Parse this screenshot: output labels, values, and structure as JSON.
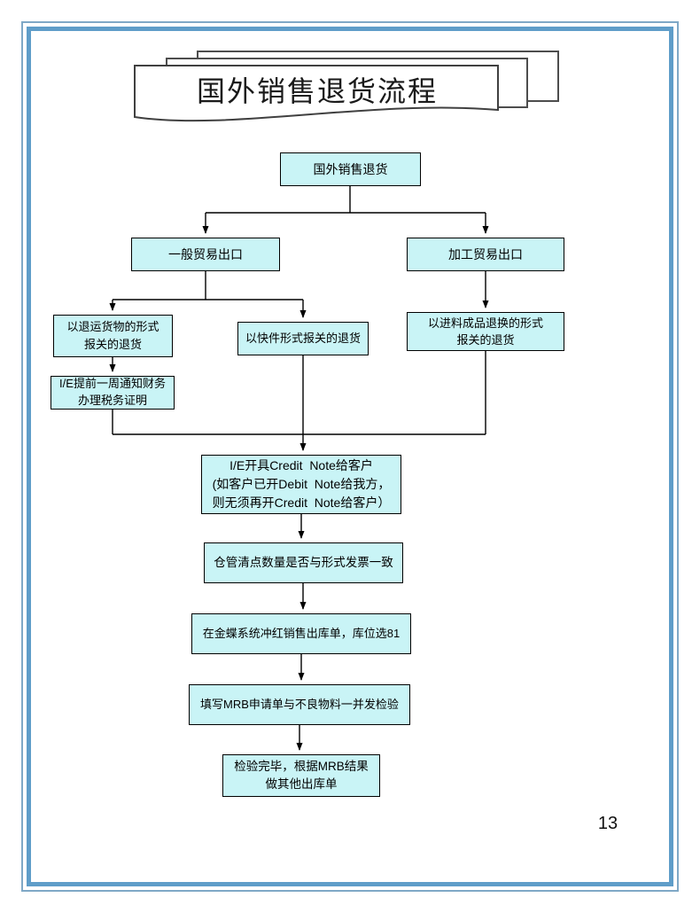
{
  "page": {
    "title": "国外销售退货流程",
    "page_number": "13",
    "border_thin_color": "#7fa8c6",
    "border_thick_color": "#5f9dc9",
    "node_fill_color": "#c9f4f6",
    "node_border_color": "#000000",
    "connector_color": "#000000"
  },
  "flowchart": {
    "nodes": [
      {
        "id": "root",
        "label": "国外销售退货"
      },
      {
        "id": "general-trade-export",
        "label": "一般贸易出口"
      },
      {
        "id": "processing-trade-export",
        "label": "加工贸易出口"
      },
      {
        "id": "return-shipment-customs",
        "label": "以退运货物的形式\n报关的退货"
      },
      {
        "id": "express-customs",
        "label": "以快件形式报关的退货"
      },
      {
        "id": "material-product-exchange",
        "label": "以进料成品退换的形式\n报关的退货"
      },
      {
        "id": "notify-finance",
        "label": "I/E提前一周通知财务\n办理税务证明"
      },
      {
        "id": "credit-note",
        "label": "I/E开具Credit  Note给客户\n(如客户已开Debit  Note给我方，\n则无须再开Credit  Note给客户）"
      },
      {
        "id": "warehouse-count-check",
        "label": "仓管清点数量是否与形式发票一致"
      },
      {
        "id": "kingdee-reverse-outbound",
        "label": "在金蝶系统冲红销售出库单，库位选81"
      },
      {
        "id": "mrb-request",
        "label": "填写MRB申请单与不良物料一并发检验"
      },
      {
        "id": "inspection-complete",
        "label": "检验完毕，根据MRB结果\n做其他出库单"
      }
    ]
  }
}
